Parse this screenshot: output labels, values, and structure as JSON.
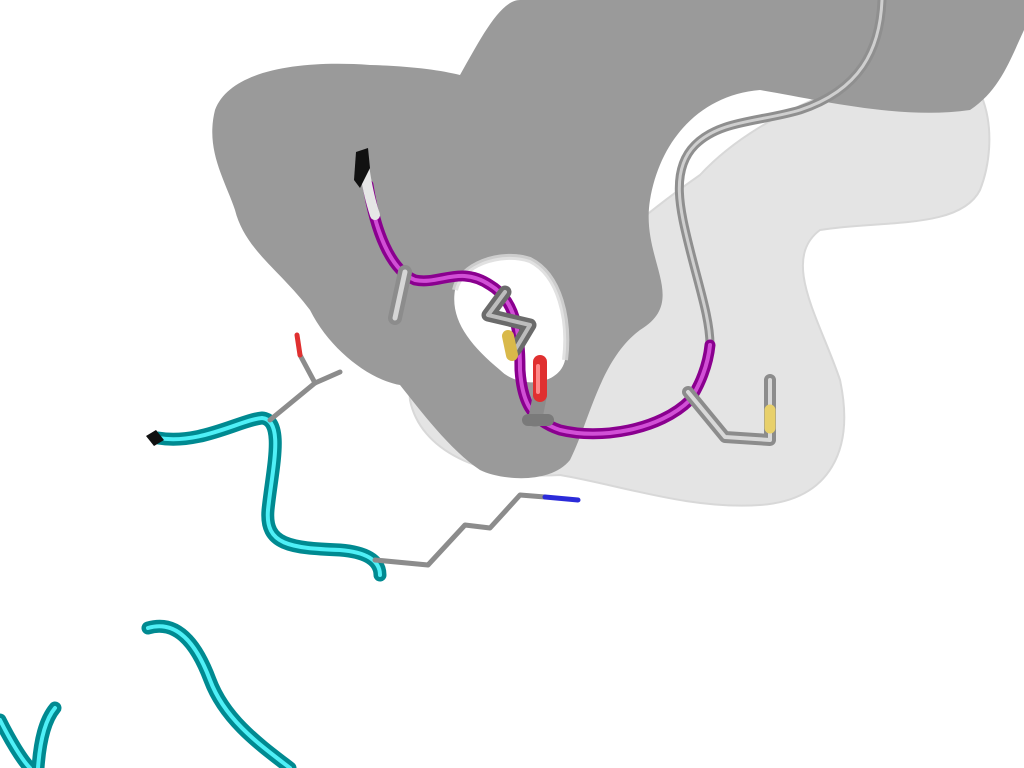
{
  "image": {
    "kind": "molecular structure render",
    "background_color": "#ffffff",
    "surface": {
      "dark_color": "#9a9a9a",
      "light_color": "#e6e6e6",
      "light_edge_color": "#dddddd"
    },
    "chains": [
      {
        "name": "peptide-chain",
        "color": "#a000a8"
      },
      {
        "name": "receptor-chain",
        "color": "#a8a8a8"
      },
      {
        "name": "partner-chain",
        "color": "#00c1cc"
      }
    ],
    "atom_colors": {
      "carbon": "#a8a8a8",
      "oxygen": "#e83a3a",
      "nitrogen": "#2b2bd9",
      "sulfur": "#e8d06a",
      "terminus": "#111111"
    }
  }
}
